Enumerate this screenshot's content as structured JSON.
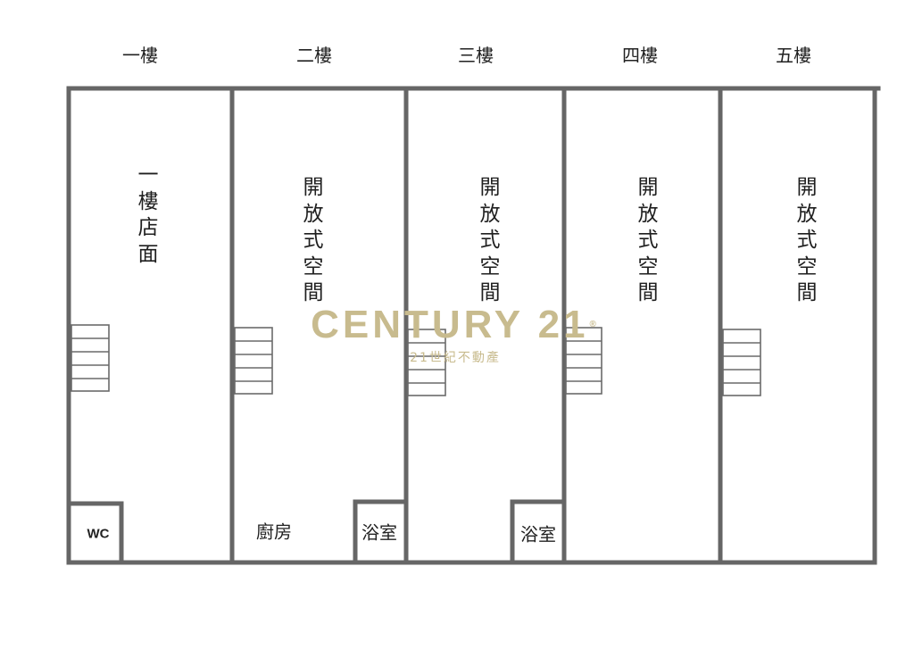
{
  "floors": [
    {
      "label": "一樓",
      "room_text": "一樓店面"
    },
    {
      "label": "二樓",
      "room_text": "開放式空間"
    },
    {
      "label": "三樓",
      "room_text": "開放式空間"
    },
    {
      "label": "四樓",
      "room_text": "開放式空間"
    },
    {
      "label": "五樓",
      "room_text": "開放式空間"
    }
  ],
  "rooms": {
    "wc": "WC",
    "kitchen": "廚房",
    "bathroom_2f": "浴室",
    "bathroom_3f": "浴室"
  },
  "watermark": {
    "brand": "CENTURY 21",
    "registered": "®",
    "subtitle": "21世紀不動產",
    "color": "#c8bb8e"
  },
  "colors": {
    "wall": "#666666",
    "stair": "#6a6a6a",
    "text": "#222222"
  }
}
